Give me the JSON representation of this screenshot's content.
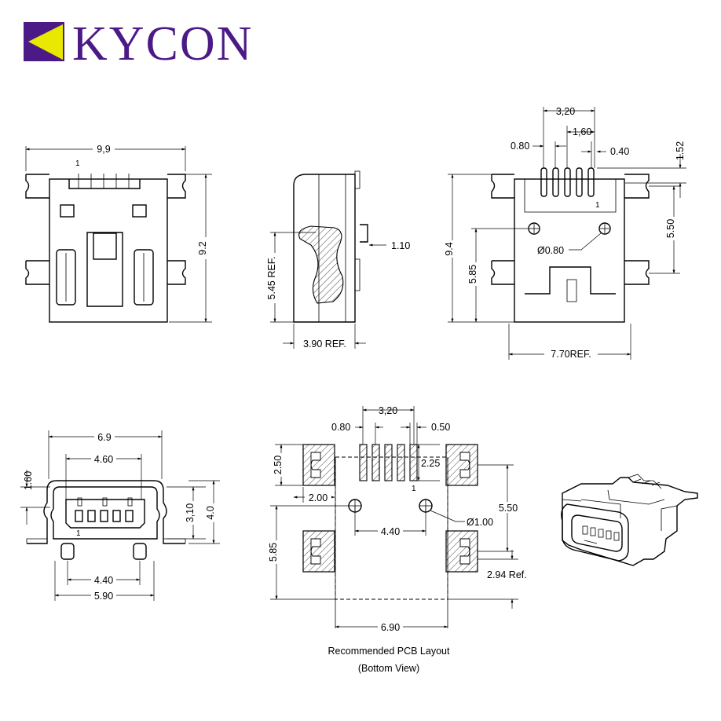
{
  "brand": {
    "name": "KYCON",
    "color": "#4B1A86",
    "accent": "#E8E800"
  },
  "front_view": {
    "width": "9,9",
    "height": "9.2",
    "pin_one": "1"
  },
  "side_view": {
    "height_ref": "5.45 REF.",
    "depth_ref": "3.90 REF.",
    "tab": "1.10"
  },
  "top_view": {
    "span_a": "3,20",
    "span_b": "1,60",
    "pitch": "0.80",
    "pin_w": "0.40",
    "height": "9.4",
    "hole_spacing": "5.50",
    "hole_pos": "5.85",
    "lead_len": "1.52",
    "hole_dia": "Ø0.80",
    "width_ref": "7.70REF.",
    "pin_one": "1"
  },
  "end_view": {
    "width": "6.9",
    "inner": "4.60",
    "pin_span": "4.40",
    "base": "5.90",
    "mouth": "1.60",
    "opening": "3,10",
    "height": "4.0",
    "pin_one": "1"
  },
  "pcb_layout": {
    "pad_span": "3,20",
    "pitch": "0.80",
    "pad_w": "0.50",
    "pad_len": "2.25",
    "tab_h": "2.50",
    "tab_w": "2.00",
    "hole_spacing": "4.40",
    "hole_dia": "Ø1.00",
    "row_span": "5.50",
    "offset": "5.85",
    "tab_ref": "2.94 Ref.",
    "width": "6.90",
    "pin_one": "1",
    "caption_line1": "Recommended PCB Layout",
    "caption_line2": "(Bottom View)"
  }
}
